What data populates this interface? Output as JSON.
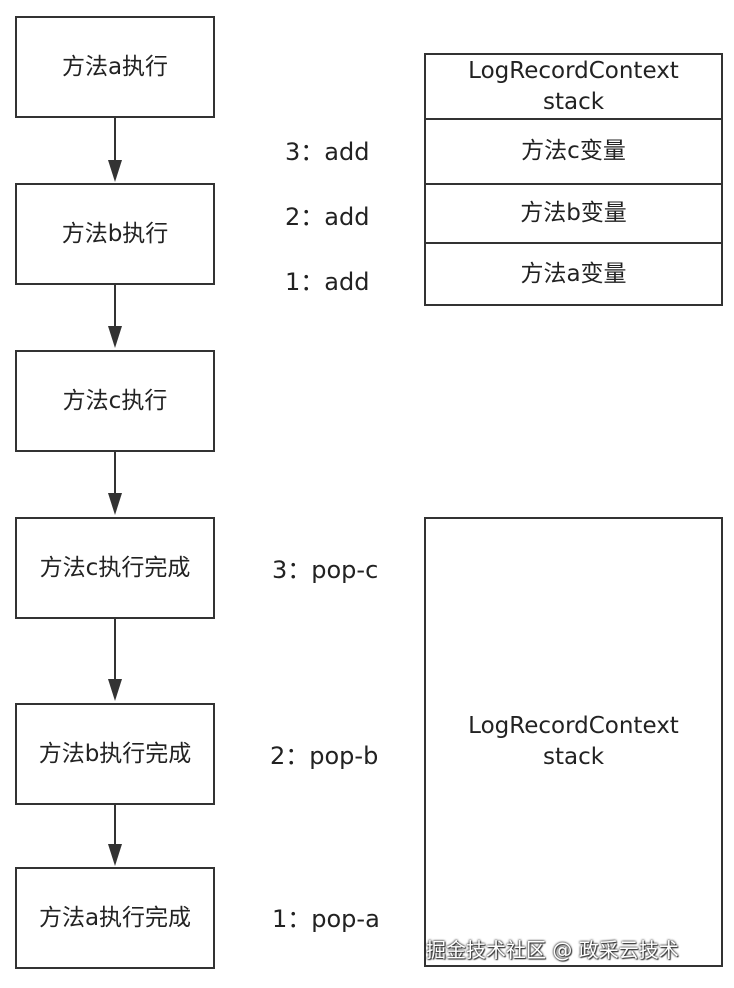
{
  "steps": [
    "方法a执行",
    "方法b执行",
    "方法c执行",
    "方法c执行完成",
    "方法b执行完成",
    "方法a执行完成"
  ],
  "push_labels": [
    "3：add",
    "2：add",
    "1：add"
  ],
  "pop_labels": [
    "3：pop-c",
    "2：pop-b",
    "1：pop-a"
  ],
  "stack_top": {
    "header": "LogRecordContext stack",
    "cells": [
      "方法c变量",
      "方法b变量",
      "方法a变量"
    ]
  },
  "stack_bottom": {
    "label": "LogRecordContext stack"
  },
  "watermark": "掘金技术社区 @ 政采云技术",
  "colors": {
    "line": "#333333",
    "text": "#222222"
  }
}
